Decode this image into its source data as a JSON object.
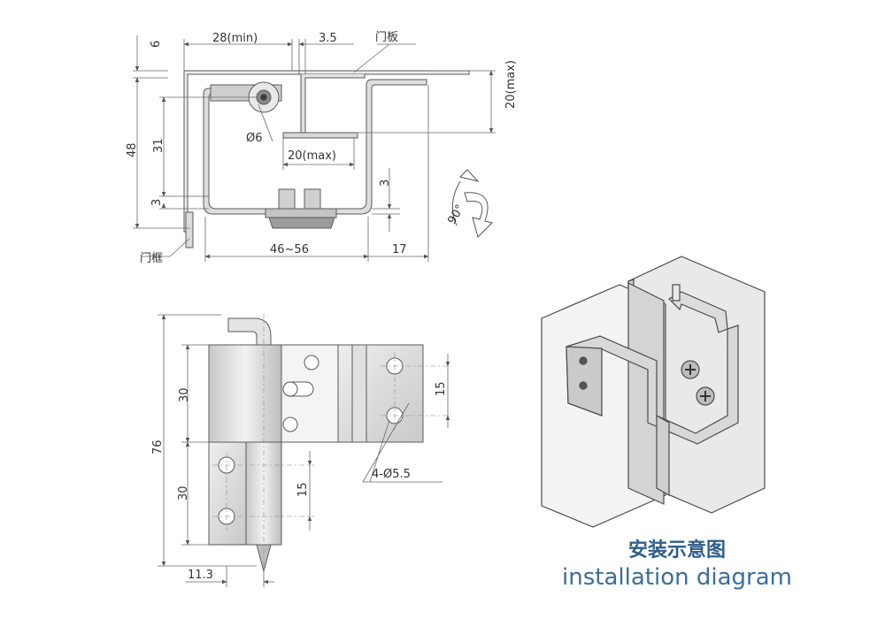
{
  "colors": {
    "line": "#5a5a5a",
    "dim": "#6a6a6a",
    "metal": "#d6d6d6",
    "metal_dark": "#9a9a9a",
    "caption": "#2f5d8a"
  },
  "top_view": {
    "dim_28min": "28(min)",
    "dim_3_5": "3.5",
    "label_door": "门板",
    "dim_6": "6",
    "dim_48": "48",
    "dim_31": "31",
    "dim_3_left": "3",
    "dim_phi6": "Ø6",
    "dim_20max_h": "20(max)",
    "dim_20max_v": "20(max)",
    "dim_3_right": "3",
    "angle_90": "90°",
    "dim_46_56": "46~56",
    "dim_17": "17",
    "label_frame": "门框"
  },
  "front_view": {
    "dim_30_top": "30",
    "dim_76": "76",
    "dim_30_bottom": "30",
    "dim_15_left": "15",
    "dim_15_right": "15",
    "dim_holes": "4-Ø5.5",
    "dim_11_3": "11.3"
  },
  "caption": {
    "chinese": "安装示意图",
    "english": "installation diagram"
  }
}
